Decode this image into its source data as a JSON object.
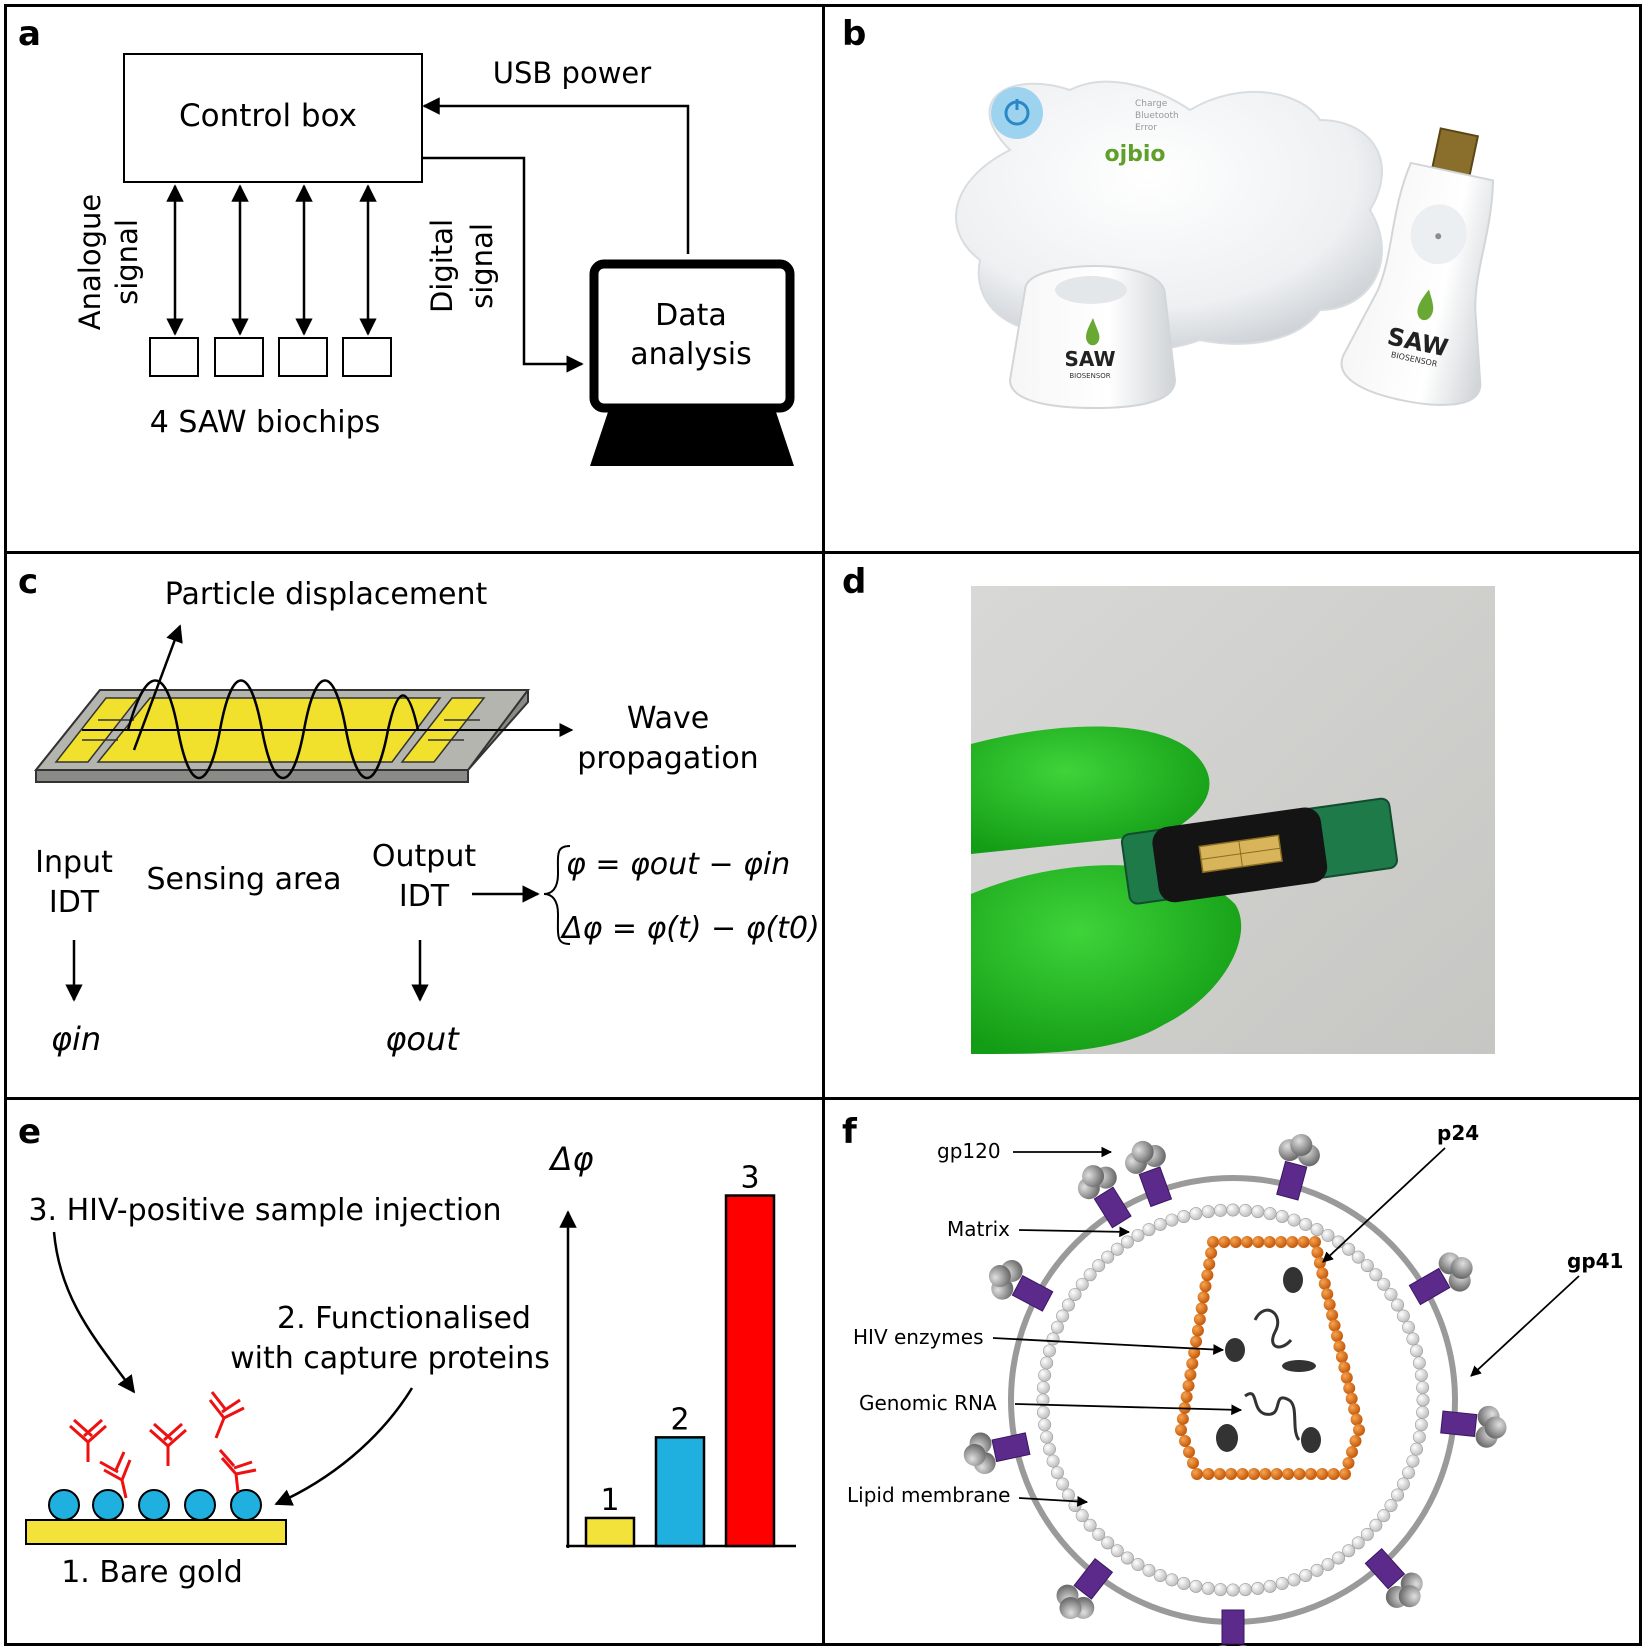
{
  "panels": {
    "a": {
      "label": "a",
      "control_box": "Control box",
      "usb_power": "USB power",
      "analogue_line1": "Analogue",
      "analogue_line2": "signal",
      "digital_line1": "Digital",
      "digital_line2": "signal",
      "data_line1": "Data",
      "data_line2": "analysis",
      "biochips": "4 SAW biochips"
    },
    "b": {
      "label": "b",
      "brand": "ojbio",
      "device_status_1": "Charge",
      "device_status_2": "Bluetooth",
      "device_status_3": "Error",
      "saw_logo": "SAW",
      "saw_sub": "BIOSENSOR"
    },
    "c": {
      "label": "c",
      "particle": "Particle displacement",
      "wave_line1": "Wave",
      "wave_line2": "propagation",
      "input_line1": "Input",
      "input_line2": "IDT",
      "sensing": "Sensing area",
      "output_line1": "Output",
      "output_line2": "IDT",
      "eq1": "φ = φout − φin",
      "eq2": "Δφ = φ(t) − φ(t0)",
      "phi_in": "φin",
      "phi_out": "φout"
    },
    "d": {
      "label": "d"
    },
    "e": {
      "label": "e",
      "delta_phi": "Δφ",
      "step3": "3. HIV-positive sample injection",
      "step2_line1": "2. Functionalised",
      "step2_line2": "with capture proteins",
      "step1": "1. Bare gold",
      "chart_data": {
        "type": "bar",
        "categories": [
          "1",
          "2",
          "3"
        ],
        "values": [
          0.08,
          0.31,
          1.0
        ],
        "colors": [
          "#f2e23a",
          "#1fb0e0",
          "#ff0000"
        ],
        "ylabel": "Δφ",
        "ylim": [
          0,
          1.05
        ]
      }
    },
    "f": {
      "label": "f",
      "gp120": "gp120",
      "matrix": "Matrix",
      "hiv_enzymes": "HIV enzymes",
      "genomic_rna": "Genomic RNA",
      "lipid": "Lipid membrane",
      "p24": "p24",
      "gp41": "gp41"
    }
  }
}
